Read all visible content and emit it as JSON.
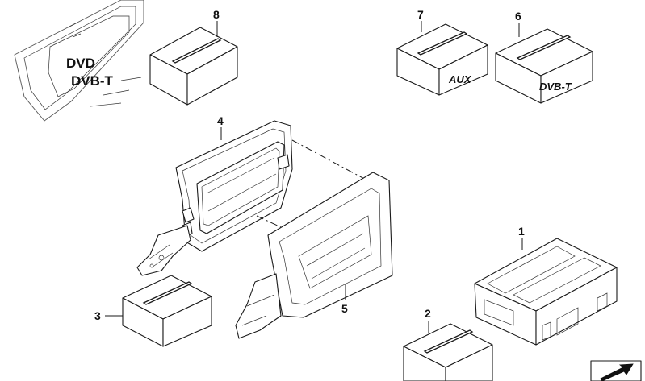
{
  "callouts": [
    "1",
    "2",
    "3",
    "4",
    "5",
    "6",
    "7",
    "8"
  ],
  "box_labels": {
    "aux": "AUX",
    "dvbt": "DVB-T"
  },
  "screen_labels": {
    "line1": "DVD",
    "line2": "DVB-T"
  },
  "icons": {
    "corner": "arrow-pointer-icon"
  }
}
